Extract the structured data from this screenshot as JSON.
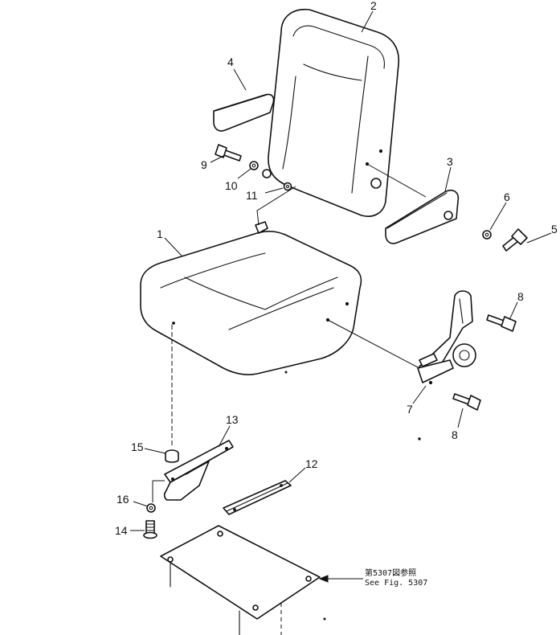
{
  "callouts": {
    "c1": "1",
    "c2": "2",
    "c3": "3",
    "c4": "4",
    "c5": "5",
    "c6": "6",
    "c7": "7",
    "c8a": "8",
    "c8b": "8",
    "c9": "9",
    "c10": "10",
    "c11": "11",
    "c12": "12",
    "c13": "13",
    "c14": "14",
    "c15": "15",
    "c16": "16"
  },
  "reference_note": {
    "line1": "第5307図参照",
    "line2": "See Fig. 5307"
  },
  "colors": {
    "ink": "#111111",
    "paper": "#ffffff"
  }
}
